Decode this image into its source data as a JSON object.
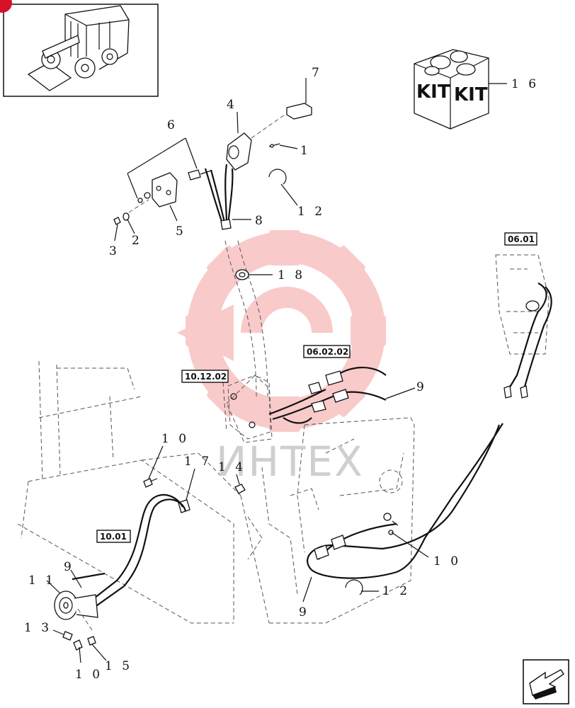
{
  "callouts": {
    "c1": "1",
    "c2": "2",
    "c3": "3",
    "c4": "4",
    "c5": "5",
    "c6": "6",
    "c7": "7",
    "c8": "8",
    "c9a": "9",
    "c9b": "9",
    "c9c": "9",
    "c10a": "1 0",
    "c10b": "1 0",
    "c10c": "1 0",
    "c11": "1 1",
    "c12a": "1 2",
    "c12b": "1 2",
    "c13": "1 3",
    "c14": "1 4",
    "c15": "1 5",
    "c16": "1 6",
    "c17": "1 7",
    "c18": "1 8"
  },
  "refs": {
    "r0601": "06.01",
    "r060202": "06.02.02",
    "r101202": "10.12.02",
    "r1001": "10.01"
  },
  "kit": {
    "left": "KIT",
    "right": "KIT"
  },
  "watermark": {
    "text": "ИНТЕХ",
    "color": "#f06a6a"
  }
}
